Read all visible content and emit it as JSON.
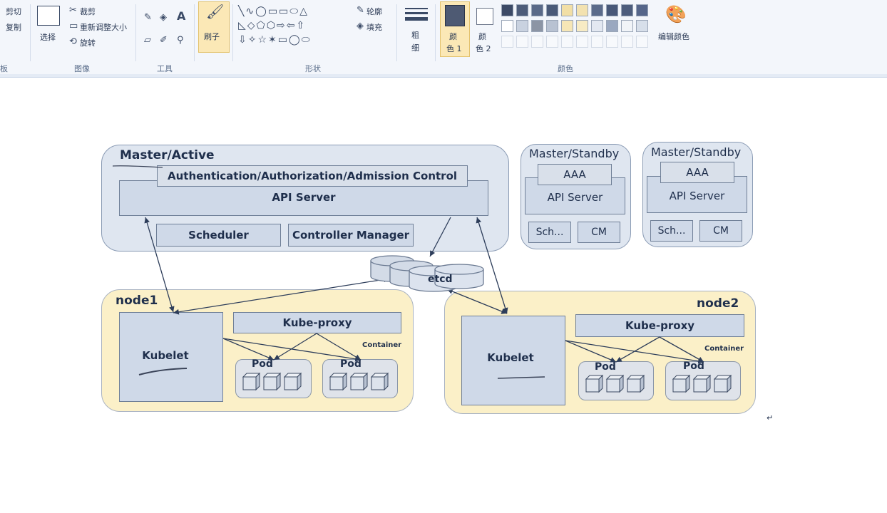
{
  "ribbon": {
    "clipboard": {
      "cut": "剪切",
      "copy": "复制",
      "group_label": "板"
    },
    "image": {
      "select": "选择",
      "crop": "裁剪",
      "resize": "重新调整大小",
      "rotate": "旋转",
      "group_label": "图像"
    },
    "tools": {
      "group_label": "工具"
    },
    "brushes": {
      "label": "刷子"
    },
    "shapes": {
      "outline": "轮廓",
      "fill": "填充",
      "group_label": "形状"
    },
    "size": {
      "label_line1": "粗",
      "label_line2": "细"
    },
    "color1": {
      "label_line1": "颜",
      "label_line2": "色 1"
    },
    "color2": {
      "label_line1": "颜",
      "label_line2": "色 2"
    },
    "colors": {
      "group_label": "颜色",
      "edit": "编辑颜色"
    },
    "palette_row1": [
      "#3c4a66",
      "#4e5d7a",
      "#5a6a88",
      "#4a5a78",
      "#f2dfa6",
      "#f3e2b0",
      "#5b6b8a",
      "#485878",
      "#4d5d7c",
      "#56668a"
    ],
    "palette_row2": [
      "#ffffff",
      "#c9d2e0",
      "#8c95a5",
      "#b8c2d2",
      "#f6e6b6",
      "#f7ebc4",
      "#e3e8f1",
      "#9aa8c0",
      "#f1f4f8",
      "#d7dfea"
    ]
  },
  "diagram": {
    "master_active": {
      "title": "Master/Active",
      "aac": "Authentication/Authorization/Admission Control",
      "api": "API Server",
      "scheduler": "Scheduler",
      "cm": "Controller Manager"
    },
    "standby1": {
      "title": "Master/Standby",
      "aaa": "AAA",
      "api": "API Server",
      "sch": "Sch...",
      "cm": "CM"
    },
    "standby2": {
      "title": "Master/Standby",
      "aaa": "AAA",
      "api": "API Server",
      "sch": "Sch...",
      "cm": "CM"
    },
    "etcd": "etcd",
    "node1": {
      "title": "node1",
      "kubelet": "Kubelet",
      "proxy": "Kube-proxy",
      "container": "Container",
      "pod1": "Pod",
      "pod2": "Pod"
    },
    "node2": {
      "title": "node2",
      "kubelet": "Kubelet",
      "proxy": "Kube-proxy",
      "container": "Container",
      "pod1": "Pod",
      "pod2": "Pod"
    },
    "cursor_mark": "↵"
  }
}
